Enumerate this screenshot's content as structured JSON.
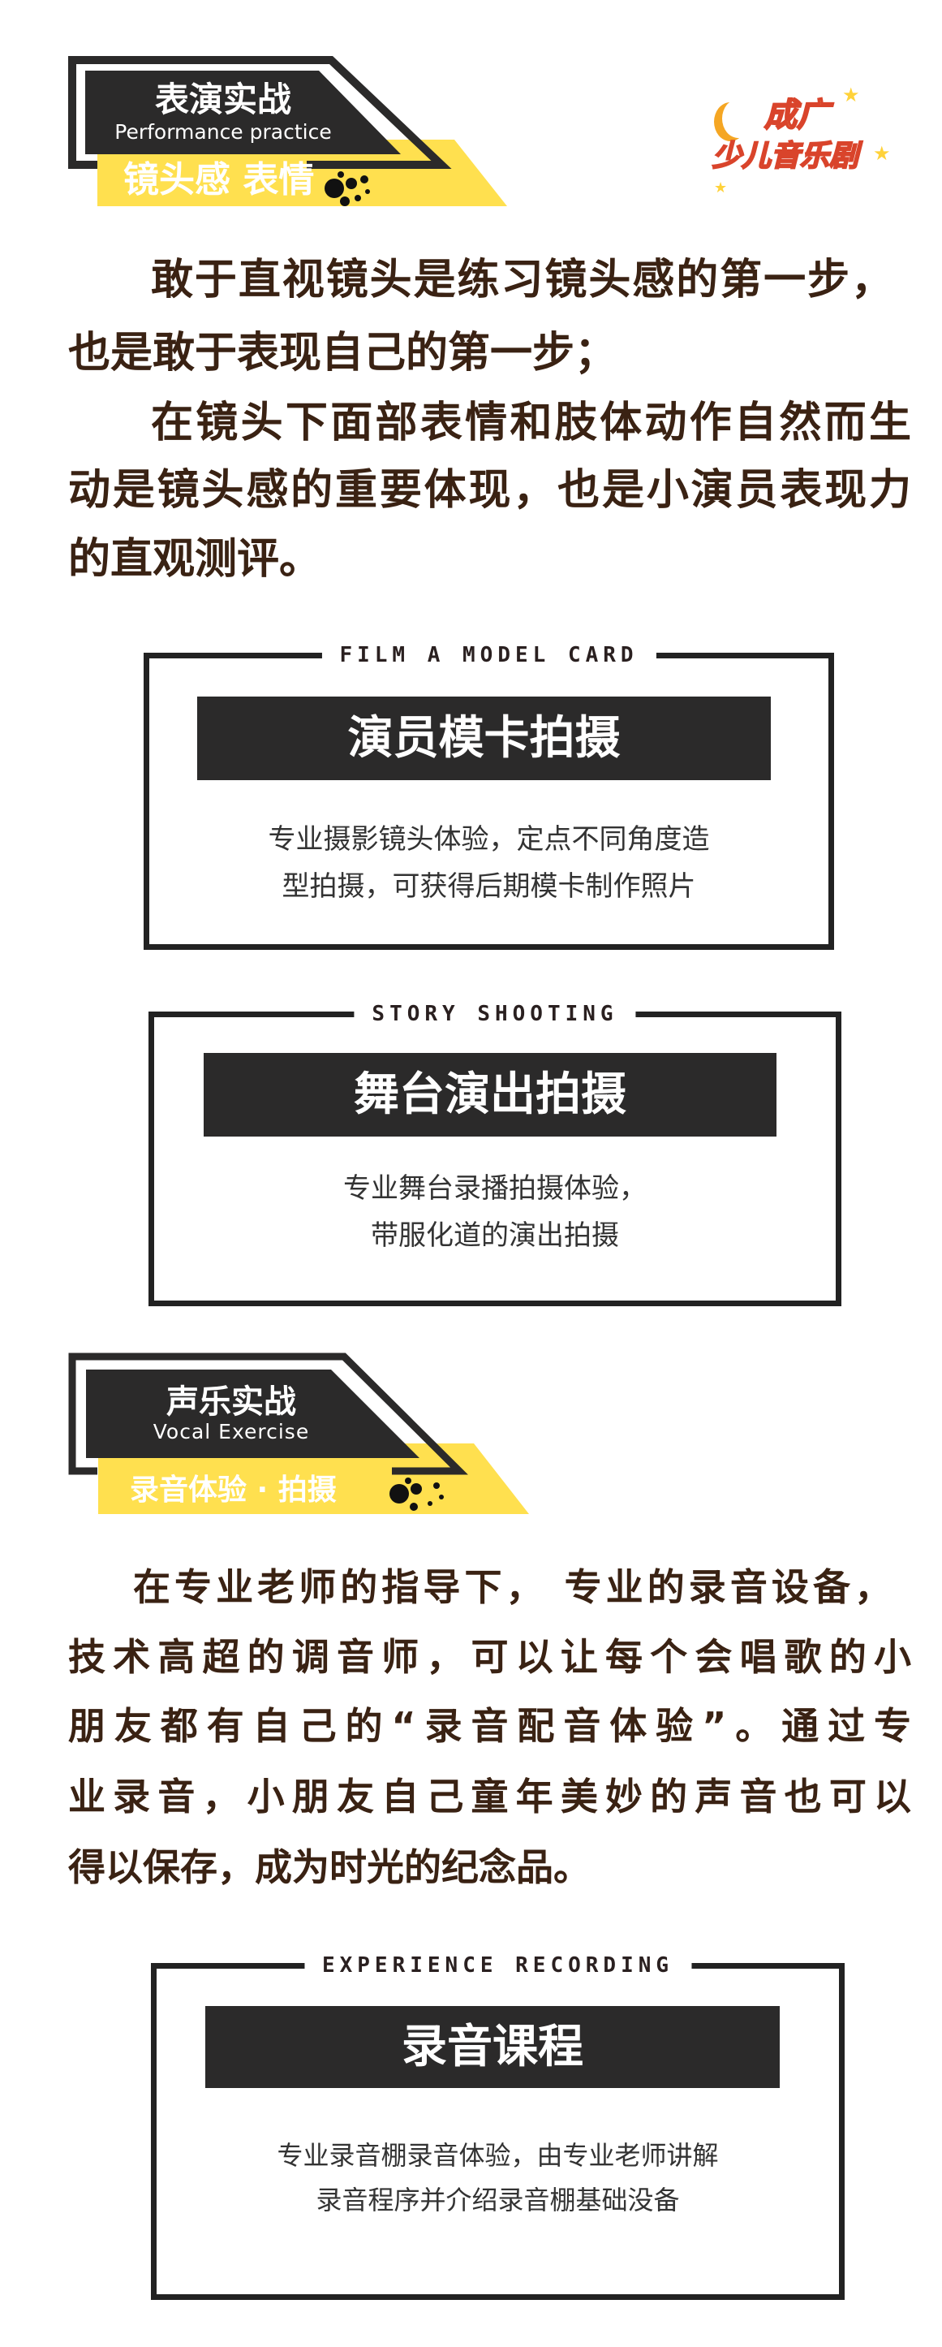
{
  "colors": {
    "yellow": "#ffe04f",
    "dark": "#2b2a2a",
    "text_brown": "#3a2213"
  },
  "logo": {
    "line1": "成广",
    "line2": "少儿音乐剧"
  },
  "section1": {
    "title": "表演实战",
    "subtitle": "Performance practice",
    "tag": "镜头感 表情",
    "paragraph_lines": [
      "敢于直视镜头是练习镜头感的第一步，",
      "也是敢于表现自己的第一步；",
      "在镜头下面部表情和肢体动作自然而生",
      "动是镜头感的重要体现，也是小演员表现力",
      "的直观测评。"
    ],
    "cards": [
      {
        "label": "FILM A MODEL CARD",
        "title": "演员模卡拍摄",
        "desc": [
          "专业摄影镜头体验，定点不同角度造",
          "型拍摄，可获得后期模卡制作照片"
        ]
      },
      {
        "label": "STORY SHOOTING",
        "title": "舞台演出拍摄",
        "desc": [
          "专业舞台录播拍摄体验，",
          "带服化道的演出拍摄"
        ]
      }
    ]
  },
  "section2": {
    "title": "声乐实战",
    "subtitle": "Vocal Exercise",
    "tag": "录音体验 · 拍摄",
    "paragraph_lines": [
      "在专业老师的指导下， 专业的录音设备，",
      "技术高超的调音师，可以让每个会唱歌的小",
      "朋友都有自己的“录音配音体验”。通过专",
      "业录音，小朋友自己童年美妙的声音也可以",
      "得以保存，成为时光的纪念品。"
    ],
    "cards": [
      {
        "label": "EXPERIENCE RECORDING",
        "title": "录音课程",
        "desc": [
          "专业录音棚录音体验，由专业老师讲解",
          "录音程序并介绍录音棚基础没备"
        ]
      }
    ]
  }
}
